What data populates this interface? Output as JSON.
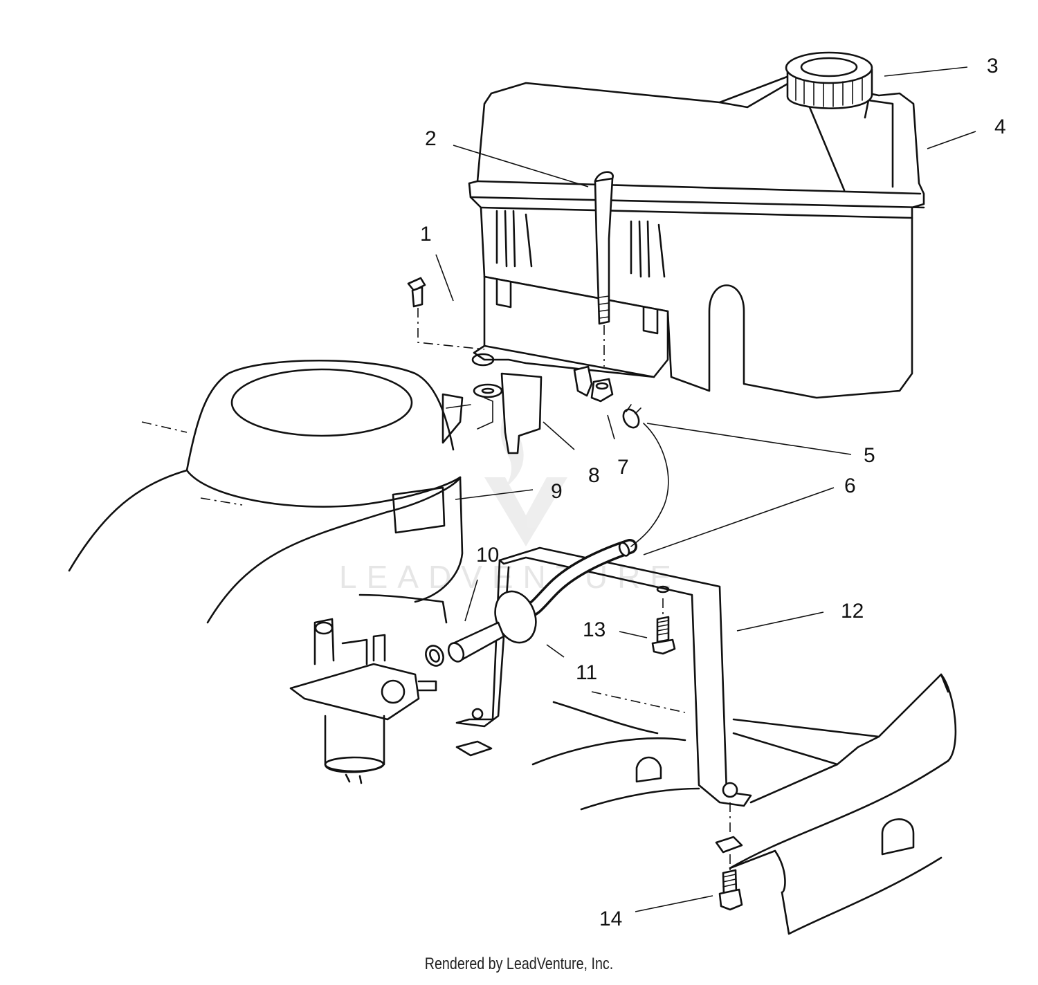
{
  "callouts": [
    {
      "id": "1",
      "label": "1"
    },
    {
      "id": "2",
      "label": "2"
    },
    {
      "id": "3",
      "label": "3"
    },
    {
      "id": "4",
      "label": "4"
    },
    {
      "id": "5",
      "label": "5"
    },
    {
      "id": "6",
      "label": "6"
    },
    {
      "id": "7",
      "label": "7"
    },
    {
      "id": "8",
      "label": "8"
    },
    {
      "id": "9",
      "label": "9"
    },
    {
      "id": "10",
      "label": "10"
    },
    {
      "id": "11",
      "label": "11"
    },
    {
      "id": "12",
      "label": "12"
    },
    {
      "id": "13",
      "label": "13"
    },
    {
      "id": "14",
      "label": "14"
    }
  ],
  "watermark": "LEADVENTURE",
  "footer": "Rendered by LeadVenture, Inc."
}
